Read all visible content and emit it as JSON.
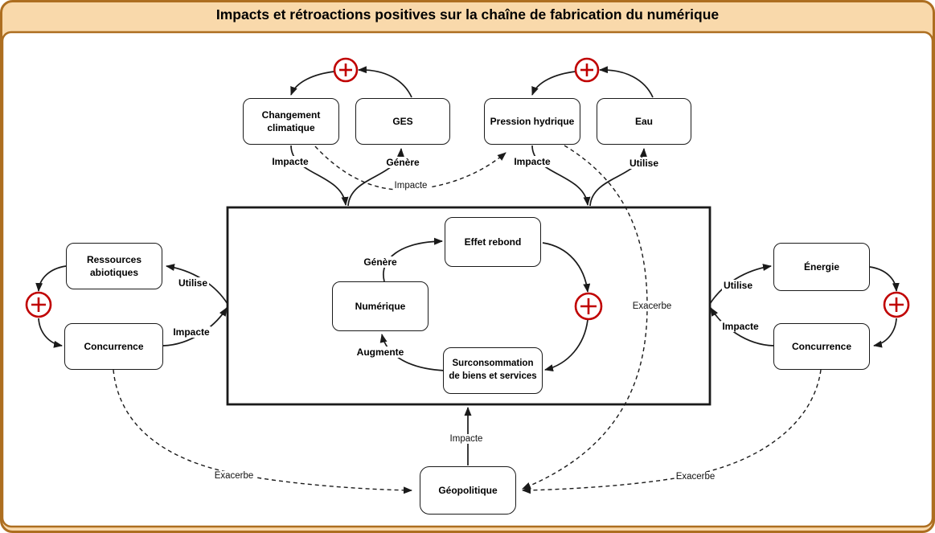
{
  "title": "Impacts et rétroactions positives sur la chaîne de fabrication du numérique",
  "colors": {
    "frame_border": "#AD6E20",
    "frame_fill": "#F9D9AB",
    "panel_fill": "#FFFFFF",
    "node_border": "#1A1A1A",
    "line_color": "#1A1A1A",
    "positive_loop_red": "#C00000",
    "text_color": "#000000"
  },
  "icons": {
    "positive_feedback": "plus-circle-icon"
  },
  "nodes": {
    "changement_climatique": {
      "line1": "Changement",
      "line2": "climatique"
    },
    "ges": {
      "line1": "GES"
    },
    "pression_hydrique": {
      "line1": "Pression hydrique"
    },
    "eau": {
      "line1": "Eau"
    },
    "ressources_abiotiques": {
      "line1": "Ressources",
      "line2": "abiotiques"
    },
    "concurrence_gauche": {
      "line1": "Concurrence"
    },
    "energie": {
      "line1": "Énergie"
    },
    "concurrence_droite": {
      "line1": "Concurrence"
    },
    "effet_rebond": {
      "line1": "Effet rebond"
    },
    "numerique": {
      "line1": "Numérique"
    },
    "surconsommation": {
      "line1": "Surconsommation",
      "line2": "de biens et services"
    },
    "geopolitique": {
      "line1": "Géopolitique"
    }
  },
  "edge_labels": {
    "impacte_cc": "Impacte",
    "genere_ges": "Génère",
    "impacte_ph": "Impacte",
    "utilise_eau": "Utilise",
    "impacte_cc_ph": "Impacte",
    "utilise_ressources": "Utilise",
    "impacte_conc_gauche": "Impacte",
    "utilise_energie": "Utilise",
    "impacte_conc_droite": "Impacte",
    "genere_rebond": "Génère",
    "augmente_numerique": "Augmente",
    "exacerbe_hydrique": "Exacerbe",
    "exacerbe_gauche": "Exacerbe",
    "exacerbe_droite": "Exacerbe",
    "impacte_geo": "Impacte"
  },
  "edges": [
    {
      "from": "ges",
      "to": "changement_climatique",
      "via": "plus-loop",
      "style": "solid"
    },
    {
      "from": "eau",
      "to": "pression_hydrique",
      "via": "plus-loop",
      "style": "solid"
    },
    {
      "from": "ressources_abiotiques",
      "to": "concurrence_gauche",
      "via": "plus-loop",
      "style": "solid"
    },
    {
      "from": "energie",
      "to": "concurrence_droite",
      "via": "plus-loop",
      "style": "solid"
    },
    {
      "from": "effet_rebond",
      "to": "surconsommation",
      "via": "plus-loop",
      "style": "solid"
    },
    {
      "from": "changement_climatique",
      "to": "chaine_numerique",
      "label": "Impacte",
      "style": "solid"
    },
    {
      "from": "chaine_numerique",
      "to": "ges",
      "label": "Génère",
      "style": "solid"
    },
    {
      "from": "pression_hydrique",
      "to": "chaine_numerique",
      "label": "Impacte",
      "style": "solid"
    },
    {
      "from": "chaine_numerique",
      "to": "eau",
      "label": "Utilise",
      "style": "solid"
    },
    {
      "from": "changement_climatique",
      "to": "pression_hydrique",
      "label": "Impacte",
      "style": "dashed"
    },
    {
      "from": "chaine_numerique",
      "to": "ressources_abiotiques",
      "label": "Utilise",
      "style": "solid"
    },
    {
      "from": "concurrence_gauche",
      "to": "chaine_numerique",
      "label": "Impacte",
      "style": "solid"
    },
    {
      "from": "chaine_numerique",
      "to": "energie",
      "label": "Utilise",
      "style": "solid"
    },
    {
      "from": "concurrence_droite",
      "to": "chaine_numerique",
      "label": "Impacte",
      "style": "solid"
    },
    {
      "from": "numerique",
      "to": "effet_rebond",
      "label": "Génère",
      "style": "solid"
    },
    {
      "from": "surconsommation",
      "to": "numerique",
      "label": "Augmente",
      "style": "solid"
    },
    {
      "from": "pression_hydrique",
      "to": "geopolitique",
      "label": "Exacerbe",
      "style": "dashed"
    },
    {
      "from": "concurrence_gauche",
      "to": "geopolitique",
      "label": "Exacerbe",
      "style": "dashed"
    },
    {
      "from": "concurrence_droite",
      "to": "geopolitique",
      "label": "Exacerbe",
      "style": "dashed"
    },
    {
      "from": "geopolitique",
      "to": "chaine_numerique",
      "label": "Impacte",
      "style": "solid"
    }
  ]
}
